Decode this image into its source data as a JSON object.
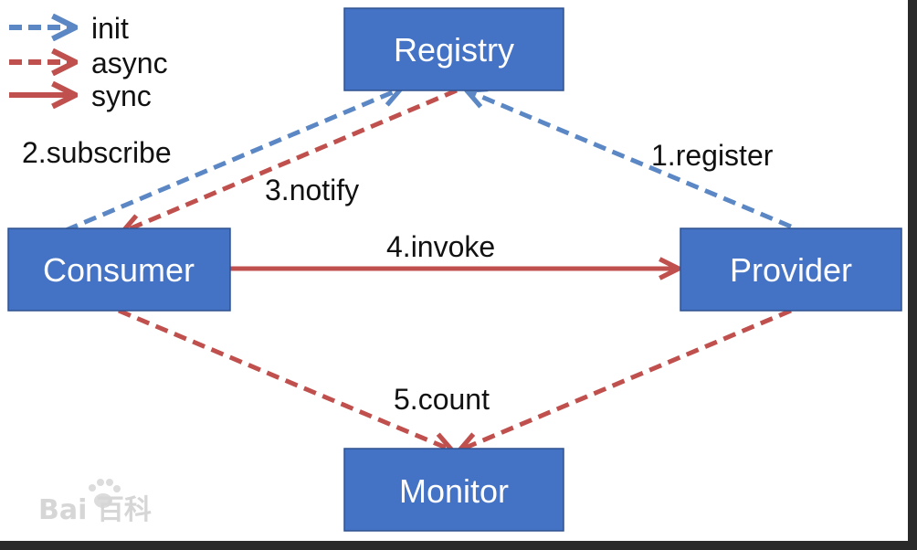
{
  "colors": {
    "node_fill": "#4472c4",
    "init": "#5b87c5",
    "async": "#c0504d",
    "sync": "#c0504d"
  },
  "legend": [
    {
      "label": "init",
      "style": "dashed",
      "color": "#5b87c5"
    },
    {
      "label": "async",
      "style": "dashed",
      "color": "#c0504d"
    },
    {
      "label": "sync",
      "style": "solid",
      "color": "#c0504d"
    }
  ],
  "nodes": {
    "registry": "Registry",
    "consumer": "Consumer",
    "provider": "Provider",
    "monitor": "Monitor"
  },
  "edges": [
    {
      "label": "1.register",
      "from": "provider",
      "to": "registry",
      "type": "init"
    },
    {
      "label": "2.subscribe",
      "from": "consumer",
      "to": "registry",
      "type": "init"
    },
    {
      "label": "3.notify",
      "from": "registry",
      "to": "consumer",
      "type": "async"
    },
    {
      "label": "4.invoke",
      "from": "consumer",
      "to": "provider",
      "type": "sync"
    },
    {
      "label": "5.count",
      "from": "consumer,provider",
      "to": "monitor",
      "type": "async"
    }
  ],
  "watermark": "Bai 百科"
}
